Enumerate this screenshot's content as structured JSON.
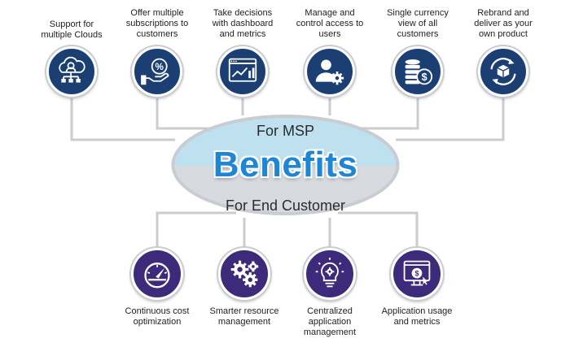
{
  "center": {
    "top_label": "For MSP",
    "title": "Benefits",
    "bottom_label": "For End Customer"
  },
  "colors": {
    "msp_circle": "#1b3f72",
    "customer_circle": "#3e2a7a",
    "title": "#1f86d6",
    "ellipse_top": "#bfe0ef",
    "ellipse_bottom": "#d7dbe0",
    "connector": "#c9ccd1"
  },
  "msp_benefits": [
    {
      "label": "Support for\nmultiple Clouds",
      "icon": "cloud-network-icon"
    },
    {
      "label": "Offer multiple\nsubscriptions to\ncustomers",
      "icon": "percent-hand-icon"
    },
    {
      "label": "Take decisions\nwith dashboard\nand metrics",
      "icon": "dashboard-chart-icon"
    },
    {
      "label": "Manage and\ncontrol access to\nusers",
      "icon": "user-gear-icon"
    },
    {
      "label": "Single currency\nview of all\ncustomers",
      "icon": "coins-dollar-icon"
    },
    {
      "label": "Rebrand and\ndeliver as your\nown product",
      "icon": "rebrand-box-icon"
    }
  ],
  "customer_benefits": [
    {
      "label": "Continuous cost\noptimization",
      "icon": "gauge-icon"
    },
    {
      "label": "Smarter resource\nmanagement",
      "icon": "gears-icon"
    },
    {
      "label": "Centralized\napplication\nmanagement",
      "icon": "lightbulb-gear-icon"
    },
    {
      "label": "Application usage\nand metrics",
      "icon": "monitor-dollar-icon"
    }
  ]
}
